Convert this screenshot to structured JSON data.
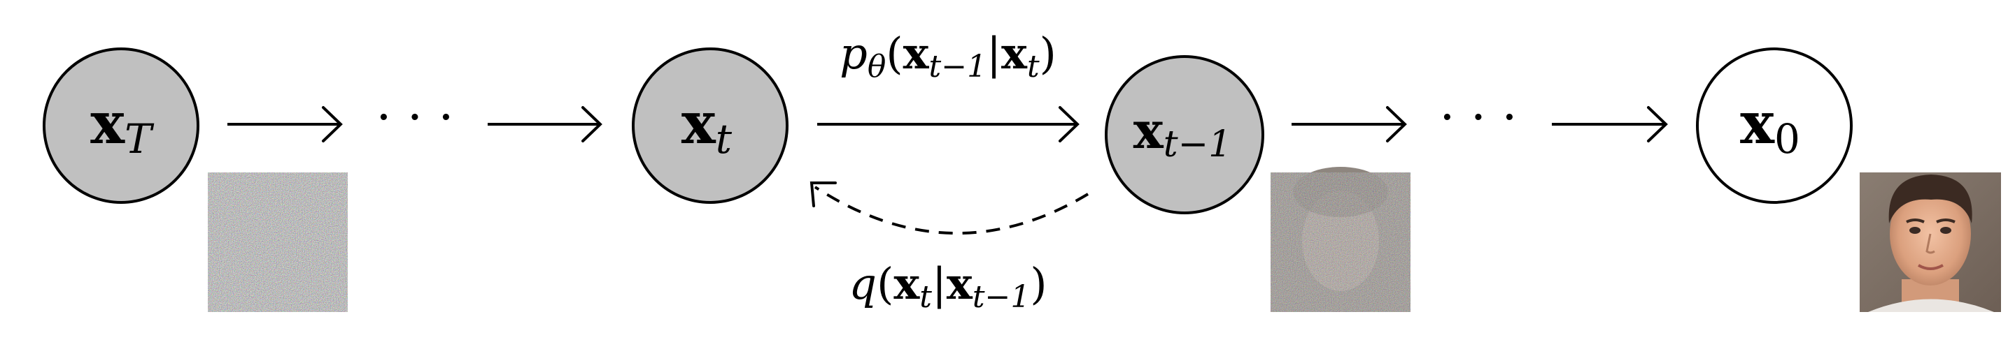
{
  "nodes": {
    "x_T": {
      "symbol": "x",
      "subscript": "T",
      "fill": "#c0c0c0"
    },
    "x_t": {
      "symbol": "x",
      "subscript": "t",
      "fill": "#c0c0c0"
    },
    "x_t_minus_1": {
      "symbol": "x",
      "subscript": "t−1",
      "fill": "#c0c0c0"
    },
    "x_0": {
      "symbol": "x",
      "subscript": "0",
      "fill": "#ffffff"
    }
  },
  "edges": {
    "reverse_label": {
      "prefix": "p",
      "prefix_sub": "θ",
      "open": "(",
      "a": "x",
      "a_sub": "t−1",
      "bar": "|",
      "b": "x",
      "b_sub": "t",
      "close": ")"
    },
    "forward_label": {
      "prefix": "q",
      "open": "(",
      "a": "x",
      "a_sub": "t",
      "bar": "|",
      "b": "x",
      "b_sub": "t−1",
      "close": ")"
    },
    "ellipsis": "· · ·"
  },
  "images": {
    "noise_full": "pure-noise-thumbnail",
    "noise_partial": "noisy-face-thumbnail",
    "clean_face": "face-photo-thumbnail"
  },
  "colors": {
    "latent_fill": "#c0c0c0",
    "observed_fill": "#ffffff",
    "stroke": "#000000"
  }
}
